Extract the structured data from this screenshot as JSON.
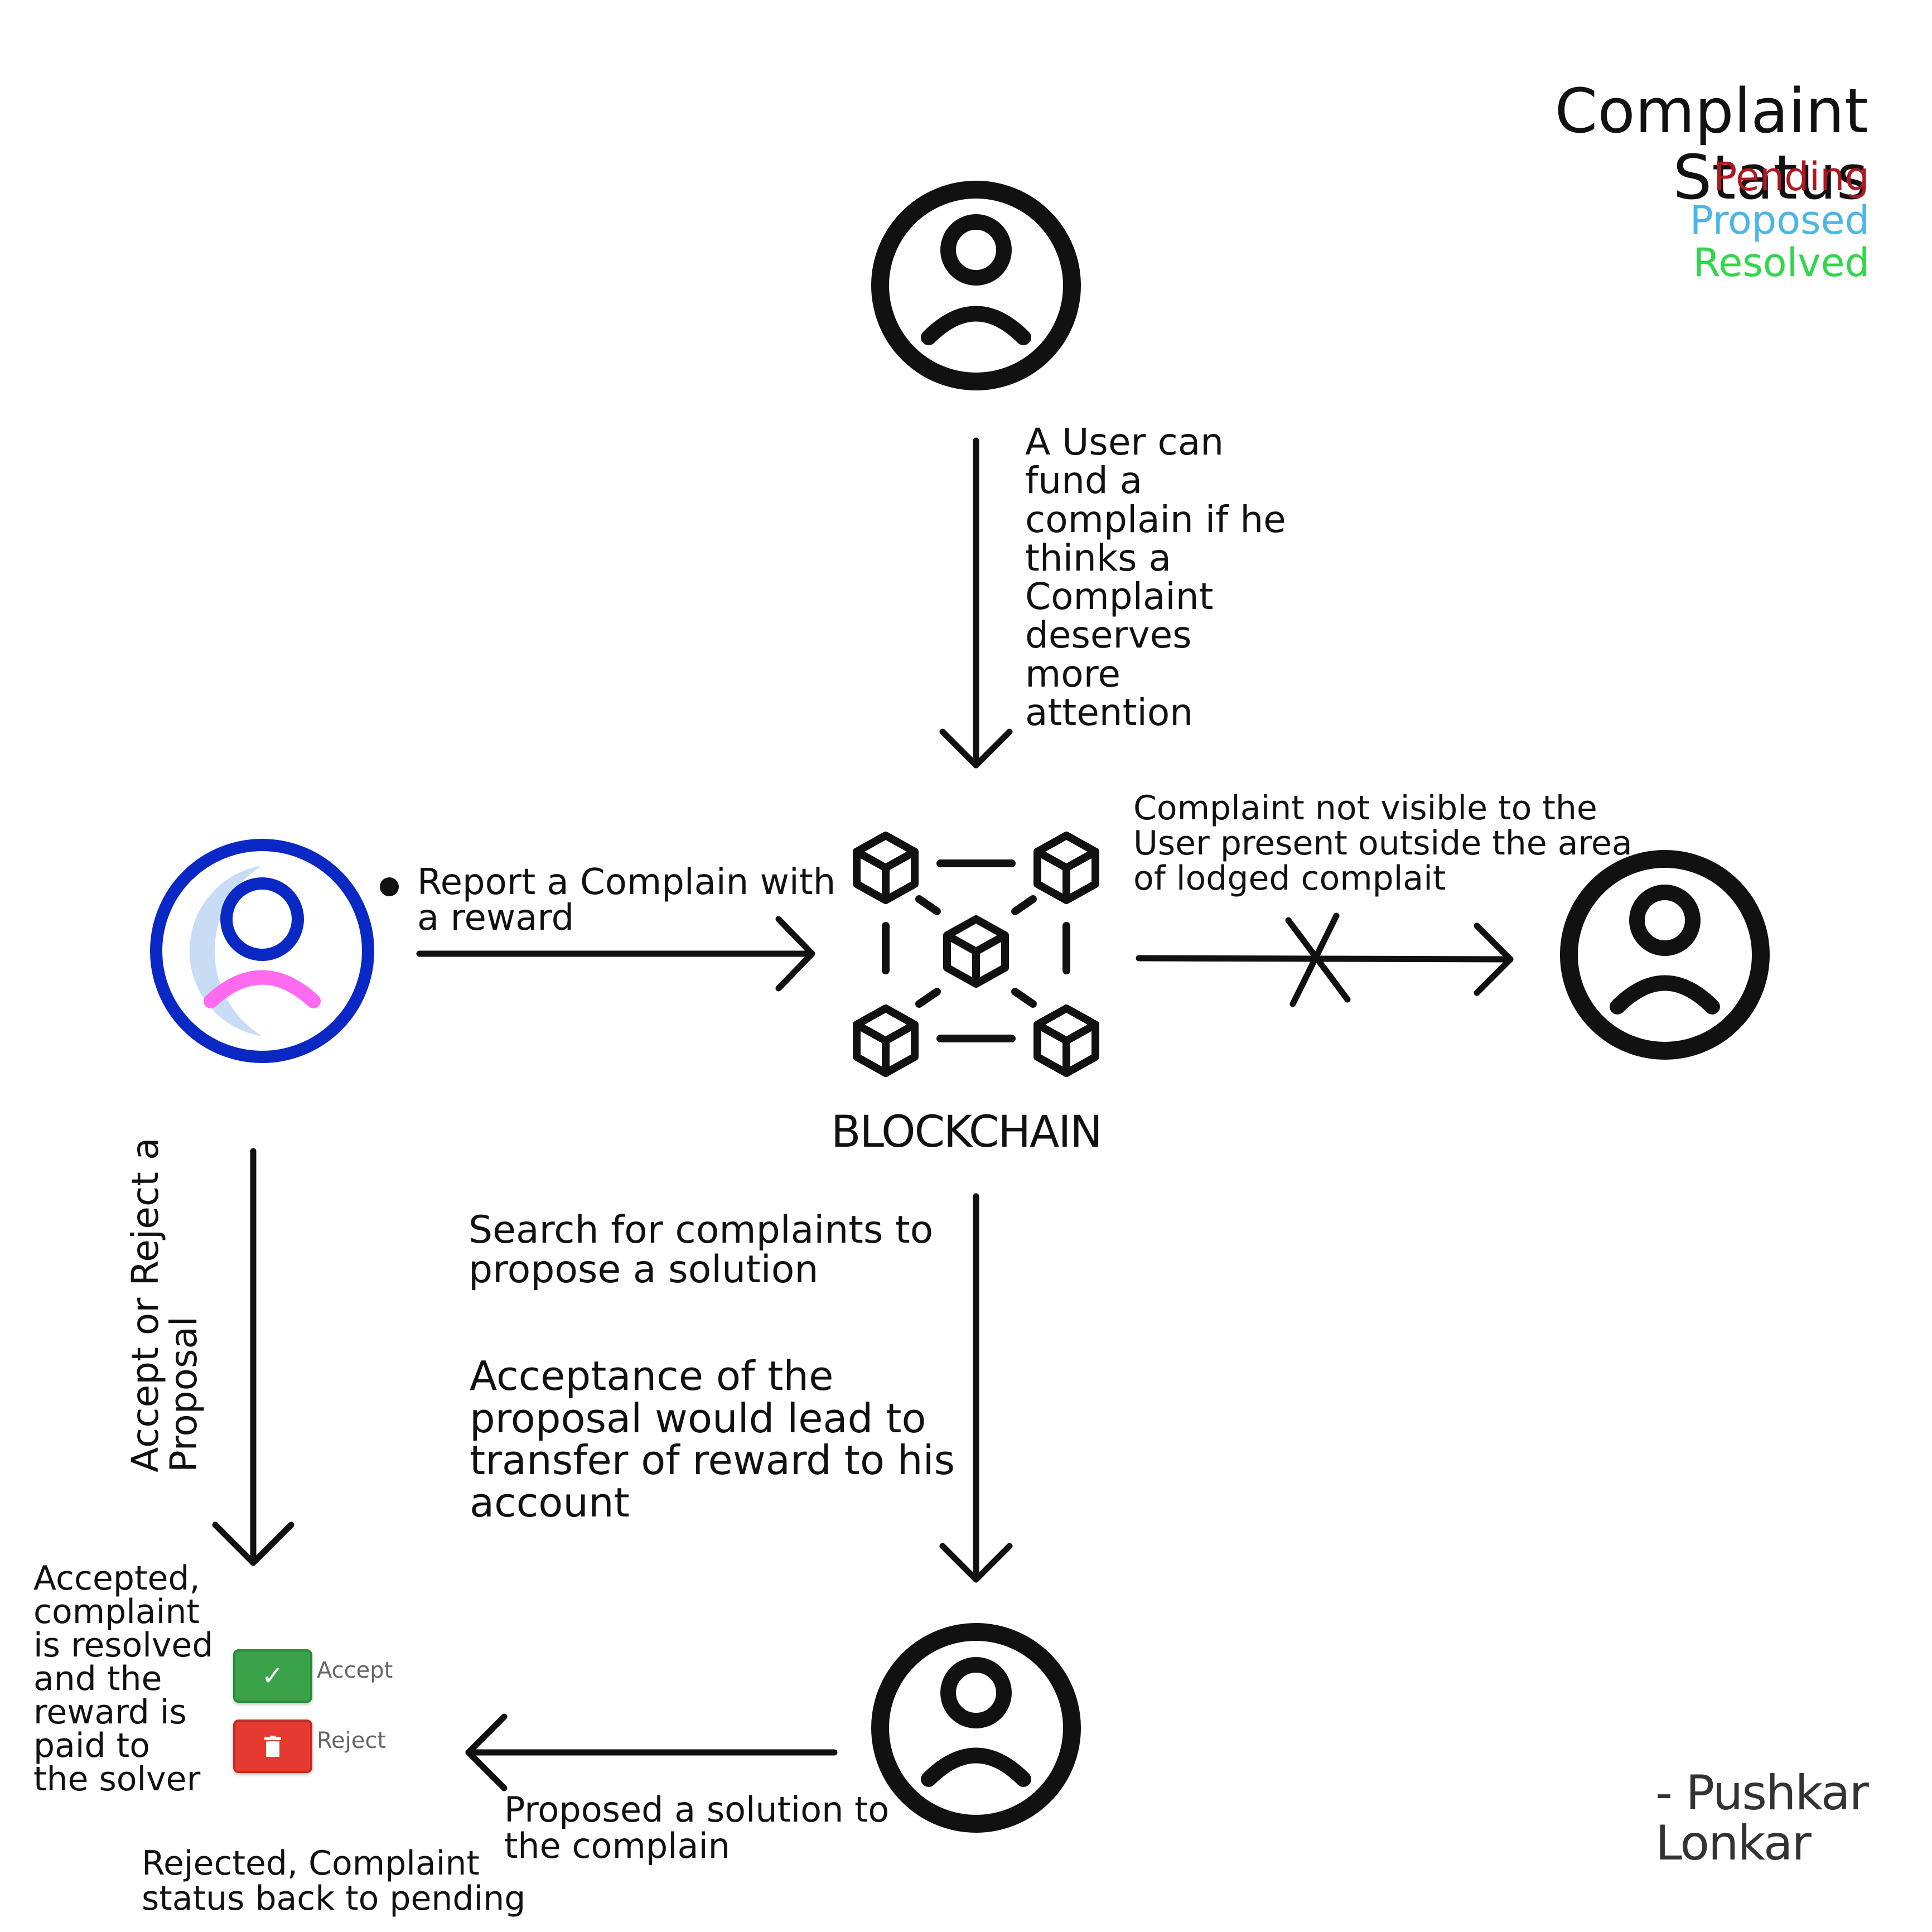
{
  "legend": {
    "title": "Complaint Status",
    "pending": "Pending",
    "proposed": "Proposed",
    "resolved": "Resolved",
    "colors": {
      "pending": "#b0171f",
      "proposed": "#4ab6e6",
      "resolved": "#2ed84a"
    }
  },
  "nodes": {
    "top_user": {
      "icon": "user-icon"
    },
    "reporter": {
      "icon": "sad-user-icon",
      "accent": "#0a28c4",
      "mouth_color": "#ff6bef"
    },
    "blockchain": {
      "icon": "blockchain-icon",
      "label": "BLOCKCHAIN"
    },
    "outside_user": {
      "icon": "user-icon"
    },
    "solver": {
      "icon": "user-icon"
    }
  },
  "edges": {
    "fund": "A User can\nfund a\ncomplain if he\nthinks a\nComplaint\ndeserves\nmore\nattention",
    "report": "Report a Complain with\na reward",
    "not_visible": "Complaint not visible to the\nUser present outside the area\nof lodged complait",
    "search": "Search for complaints to\npropose a solution",
    "acceptance": "Acceptance of the\nproposal would lead to\ntransfer of reward to his\naccount",
    "accept_or_reject": "Accept or Reject a\nProposal",
    "proposed_solution": "Proposed a solution to\nthe complain"
  },
  "outcomes": {
    "accepted": "Accepted,\ncomplaint\nis resolved\nand the\nreward is\npaid to\nthe solver",
    "rejected": "Rejected, Complaint\nstatus back to pending"
  },
  "buttons": {
    "accept": {
      "label": "Accept",
      "icon": "check-icon"
    },
    "reject": {
      "label": "Reject",
      "icon": "trash-icon"
    }
  },
  "author": "- Pushkar\nLonkar"
}
